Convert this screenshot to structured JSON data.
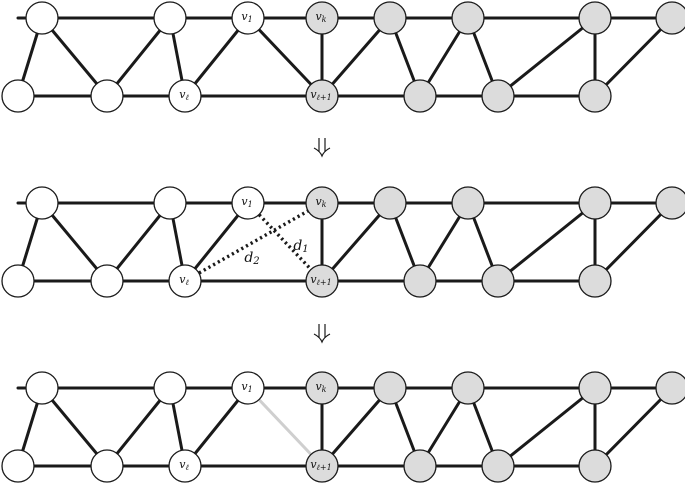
{
  "colors": {
    "edge": "#1a1a1a",
    "removed_edge": "#cfcfcf",
    "unprocessed_node": "#ffffff",
    "processed_node": "#dcdcdc"
  },
  "labels": {
    "v1": {
      "base": "v",
      "sub": "1"
    },
    "vk": {
      "base": "v",
      "sub": "k"
    },
    "vl": {
      "base": "v",
      "sub": "ℓ"
    },
    "vl1": {
      "base": "v",
      "sub": "ℓ+1"
    },
    "d1": {
      "base": "d",
      "sub": "1"
    },
    "d2": {
      "base": "d",
      "sub": "2"
    }
  },
  "transitions": [
    {
      "from_panel": 1,
      "to_panel": 2,
      "symbol": "double-down-arrow-icon"
    },
    {
      "from_panel": 2,
      "to_panel": 3,
      "symbol": "double-down-arrow-icon"
    }
  ],
  "panels": [
    {
      "id": 1,
      "state": "original",
      "diagonals": [],
      "removed_edges": []
    },
    {
      "id": 2,
      "state": "diagonals-shown",
      "diagonals": [
        "d1",
        "d2"
      ],
      "removed_edges": []
    },
    {
      "id": 3,
      "state": "edge-removed",
      "diagonals": [],
      "removed_edges": [
        "v1-vl1"
      ]
    }
  ],
  "graph": {
    "top_nodes": [
      "t1",
      "t2",
      "v1",
      "vk",
      "t5",
      "t6",
      "t7",
      "t8"
    ],
    "bottom_nodes": [
      "b1",
      "b2",
      "vl",
      "vl1",
      "b5",
      "b6",
      "b7"
    ],
    "labeled": {
      "v1": "v1",
      "vk": "vk",
      "vl": "vl",
      "vl1": "vl1"
    },
    "gray_nodes": [
      "vk",
      "t5",
      "t6",
      "t7",
      "t8",
      "vl1",
      "b5",
      "b6",
      "b7"
    ],
    "edges": [
      [
        "t1",
        "b1"
      ],
      [
        "t1",
        "b2"
      ],
      [
        "t2",
        "b2"
      ],
      [
        "t2",
        "vl"
      ],
      [
        "vl",
        "v1"
      ],
      [
        "vk",
        "vl1"
      ],
      [
        "vl1",
        "t5"
      ],
      [
        "t5",
        "b5"
      ],
      [
        "b5",
        "t6"
      ],
      [
        "t6",
        "b6"
      ],
      [
        "b6",
        "t7"
      ],
      [
        "t7",
        "b7"
      ],
      [
        "b7",
        "t8"
      ]
    ]
  }
}
